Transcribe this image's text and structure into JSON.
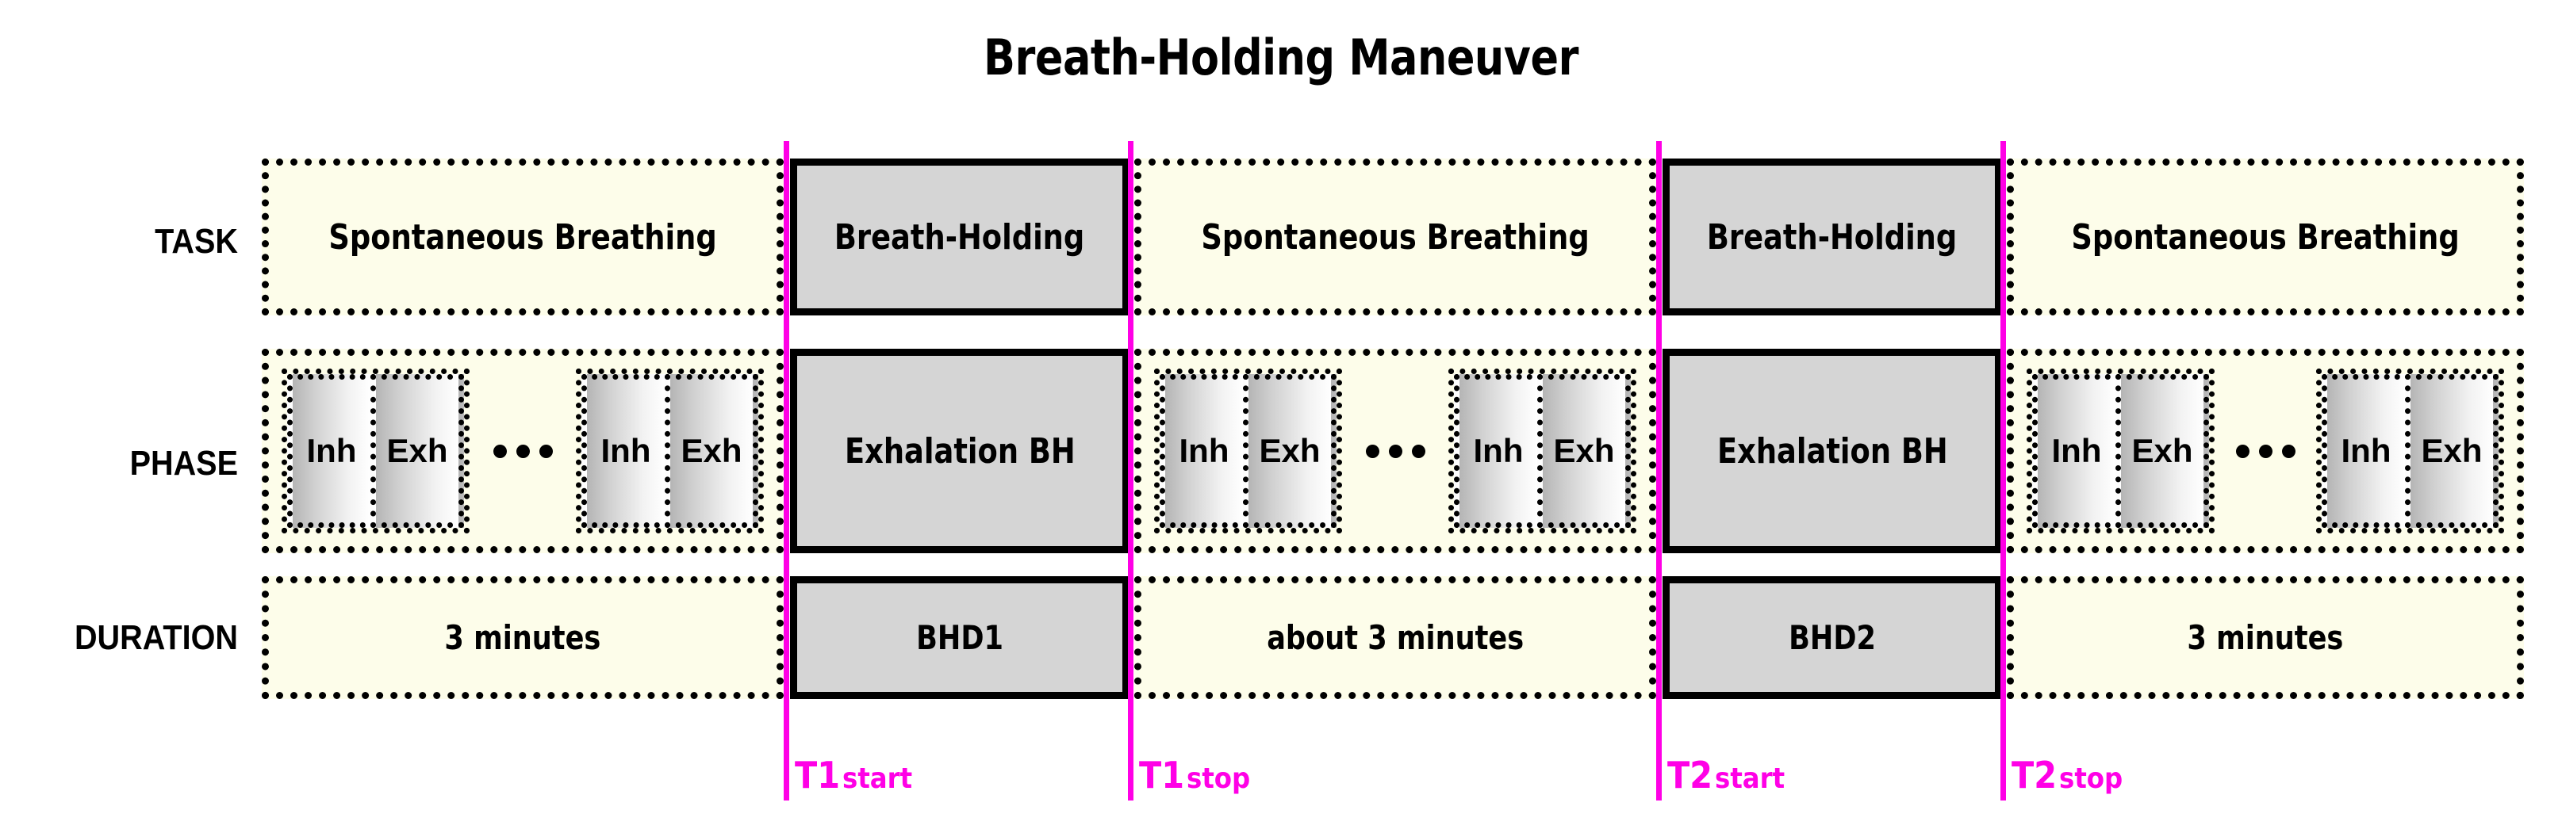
{
  "title": "Breath-Holding Maneuver",
  "row_labels": {
    "task": "TASK",
    "phase": "PHASE",
    "duration": "DURATION"
  },
  "colors": {
    "spontaneous_fill": "#fdfdea",
    "breathhold_fill": "#d5d5d5",
    "marker": "#ff00e6",
    "border": "#000000"
  },
  "phase_sub_labels": {
    "inhale": "Inh",
    "exhale": "Exh",
    "ellipsis": "•••"
  },
  "segments": [
    {
      "id": "sb1",
      "kind": "spontaneous",
      "task": "Spontaneous Breathing",
      "phase": "breathing-cycles",
      "duration": "3 minutes"
    },
    {
      "id": "bh1",
      "kind": "breath-hold",
      "task": "Breath-Holding",
      "phase": "Exhalation BH",
      "duration": "BHD1"
    },
    {
      "id": "sb2",
      "kind": "spontaneous",
      "task": "Spontaneous Breathing",
      "phase": "breathing-cycles",
      "duration": "about 3 minutes"
    },
    {
      "id": "bh2",
      "kind": "breath-hold",
      "task": "Breath-Holding",
      "phase": "Exhalation BH",
      "duration": "BHD2"
    },
    {
      "id": "sb3",
      "kind": "spontaneous",
      "task": "Spontaneous Breathing",
      "phase": "breathing-cycles",
      "duration": "3 minutes"
    }
  ],
  "markers": [
    {
      "id": "t1start",
      "main": "T1",
      "sub": "start"
    },
    {
      "id": "t1stop",
      "main": "T1",
      "sub": "stop"
    },
    {
      "id": "t2start",
      "main": "T2",
      "sub": "start"
    },
    {
      "id": "t2stop",
      "main": "T2",
      "sub": "stop"
    }
  ]
}
